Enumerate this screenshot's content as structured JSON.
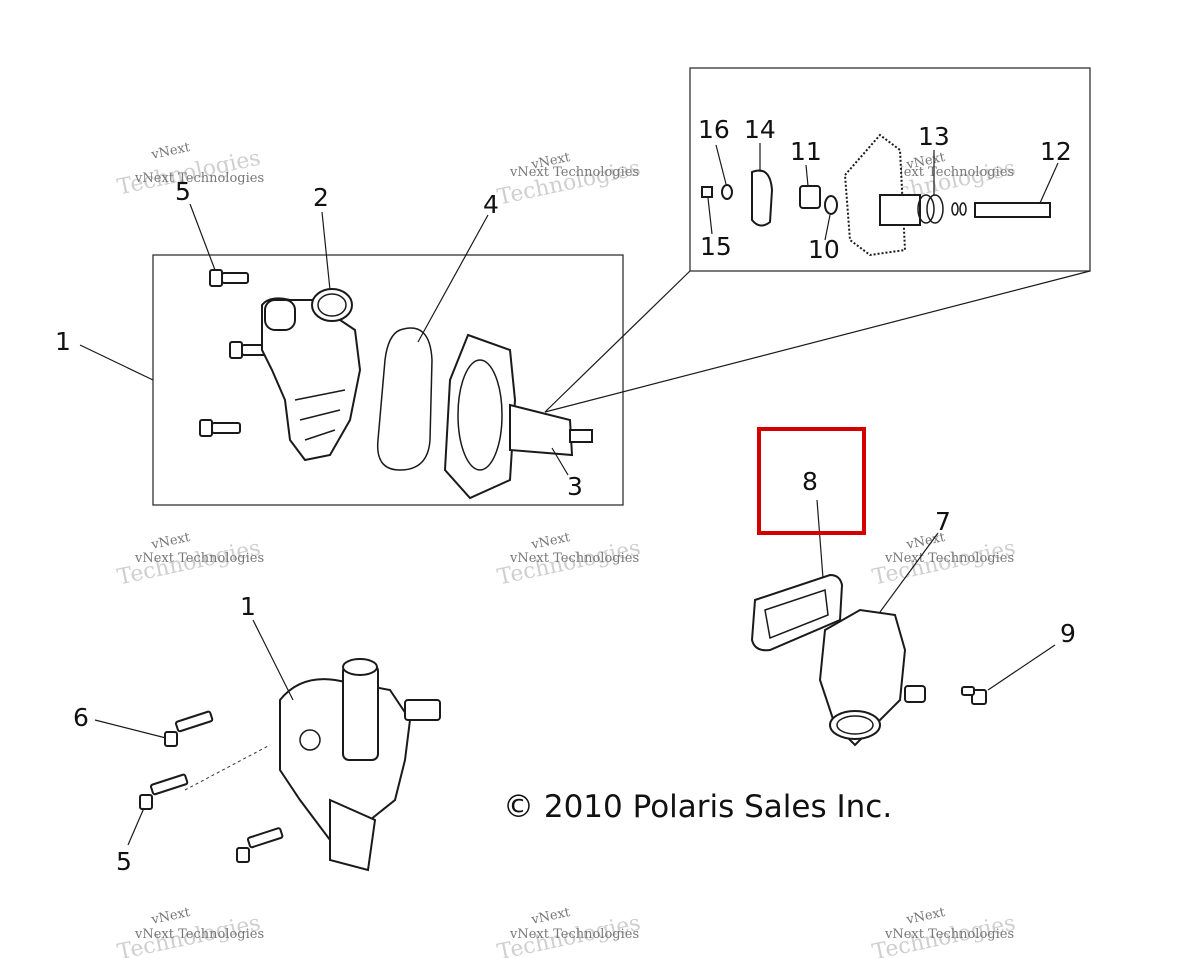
{
  "copyright": "© 2010 Polaris Sales Inc.",
  "watermark": {
    "line1": "vNext Technologies",
    "line2": "Technologies",
    "line3": "vNext"
  },
  "highlight_color": "#d40000",
  "callouts": {
    "top_box_1": "1",
    "top_2": "2",
    "top_3": "3",
    "top_4": "4",
    "top_5": "5",
    "lower_1": "1",
    "lower_5": "5",
    "lower_6": "6",
    "part_7": "7",
    "part_8": "8",
    "part_9": "9",
    "inset_10": "10",
    "inset_11": "11",
    "inset_12": "12",
    "inset_13": "13",
    "inset_14": "14",
    "inset_15": "15",
    "inset_16": "16"
  }
}
